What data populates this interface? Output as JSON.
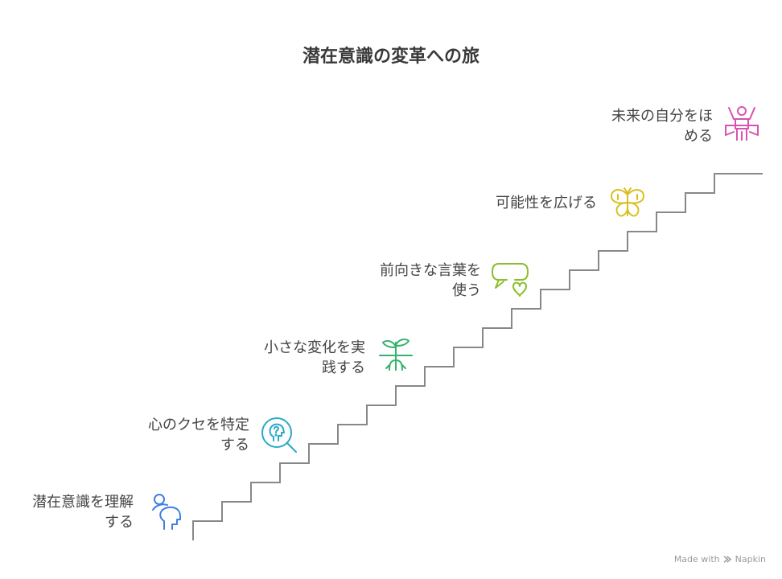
{
  "title": "潜在意識の変革への旅",
  "steps": [
    {
      "label_line1": "潜在意識を理解",
      "label_line2": "する",
      "icon": "head-profile-icon",
      "color": "#3f7fe0"
    },
    {
      "label_line1": "心のクセを特定",
      "label_line2": "する",
      "icon": "head-question-magnifier-icon",
      "color": "#2aa9c9"
    },
    {
      "label_line1": "小さな変化を実",
      "label_line2": "践する",
      "icon": "sprout-roots-icon",
      "color": "#33b36b"
    },
    {
      "label_line1": "前向きな言葉を",
      "label_line2": "使う",
      "icon": "speech-bubble-heart-icon",
      "color": "#8cbf2b"
    },
    {
      "label_line1": "可能性を広げる",
      "label_line2": "",
      "icon": "butterfly-icon",
      "color": "#d9c020"
    },
    {
      "label_line1": "未来の自分をほ",
      "label_line2": "める",
      "icon": "person-celebrating-icon",
      "color": "#d952b0"
    }
  ],
  "stair_color": "#888888",
  "footer": {
    "made_with": "Made with",
    "brand": "Napkin"
  }
}
